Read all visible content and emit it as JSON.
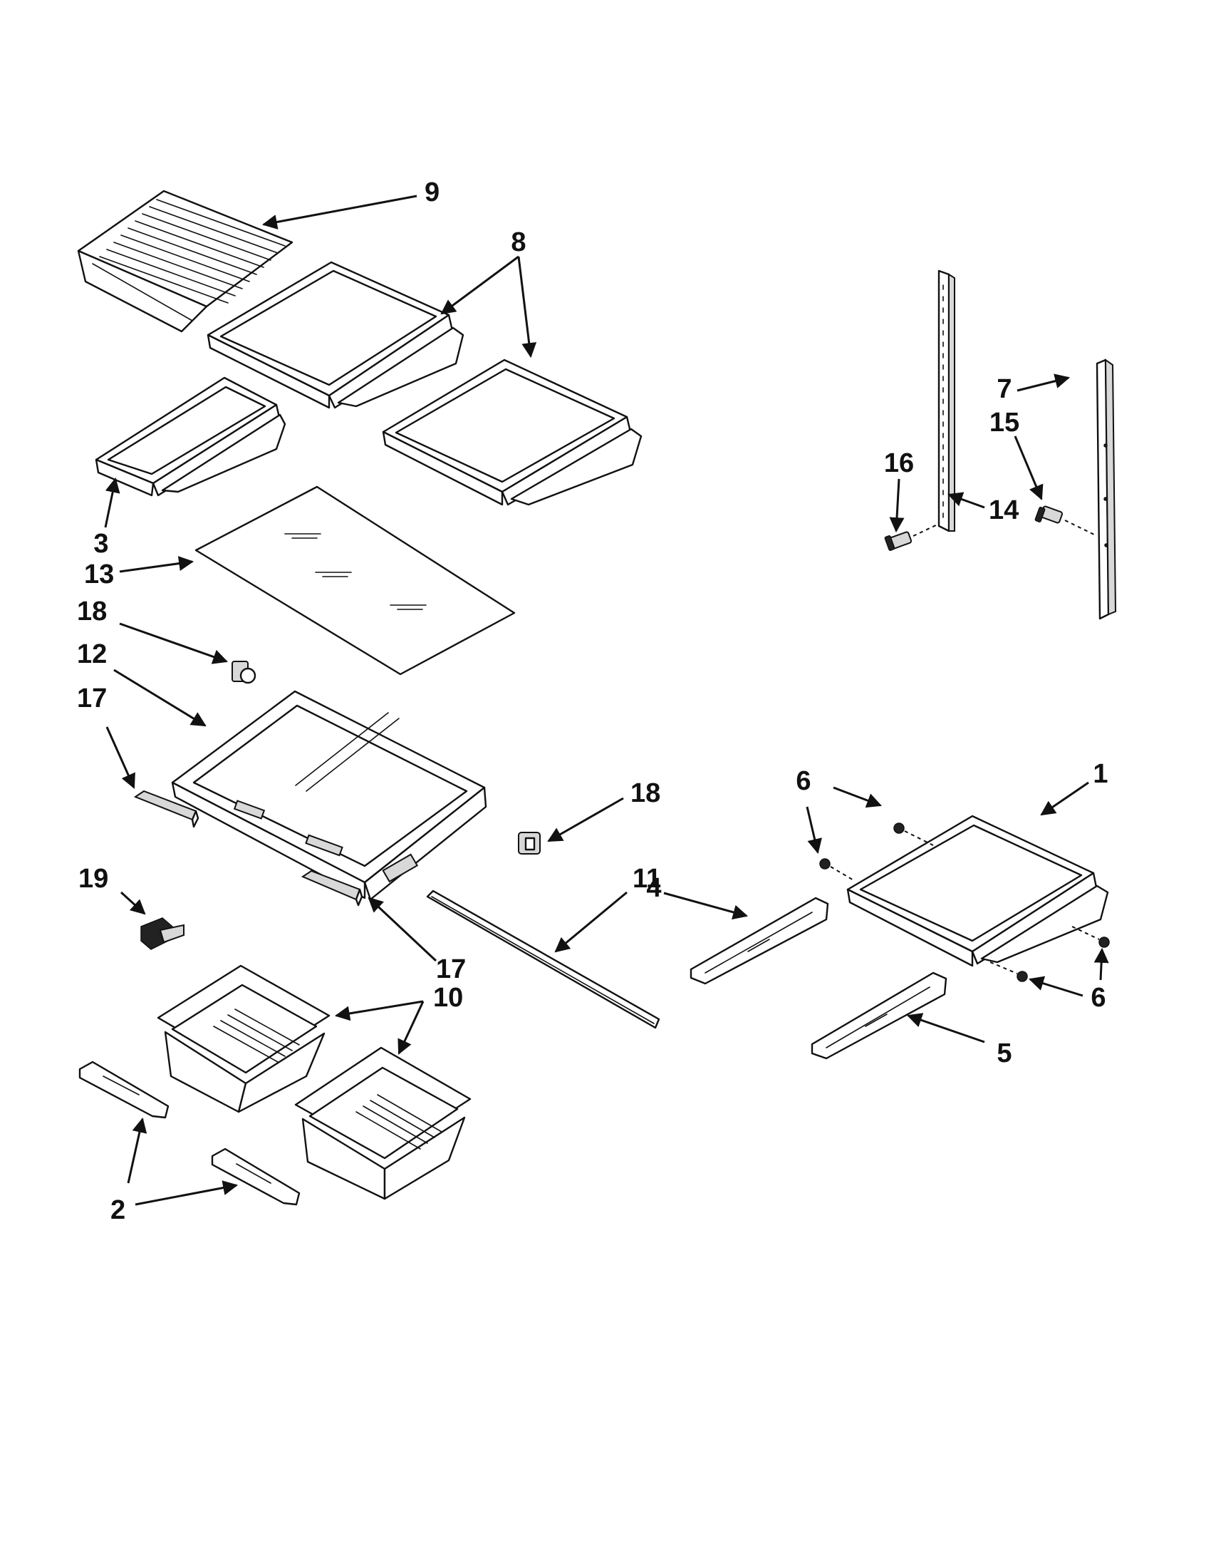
{
  "diagram": {
    "callouts": [
      "9",
      "8",
      "3",
      "13",
      "18",
      "12",
      "17",
      "19",
      "10",
      "2",
      "11",
      "17",
      "18",
      "7",
      "15",
      "16",
      "14",
      "6",
      "1",
      "6",
      "4",
      "5"
    ]
  }
}
